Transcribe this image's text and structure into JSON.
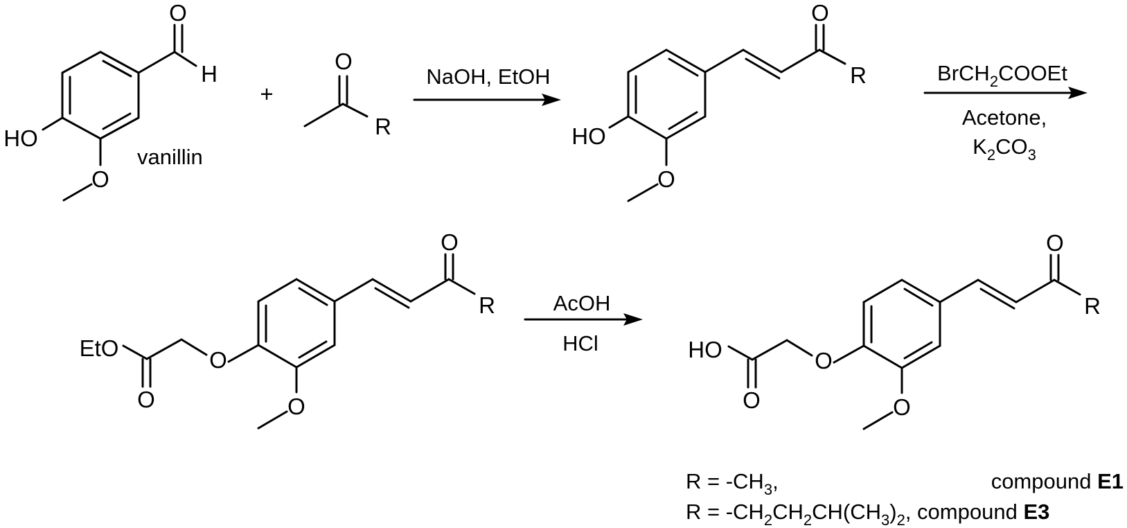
{
  "scheme": {
    "reagent_vanillin": {
      "label": "vanillin",
      "atoms": {
        "aldehyde_o": "O",
        "aldehyde_h": "H",
        "hydroxyl": "HO",
        "methoxy_o": "O"
      }
    },
    "plus_sign": "+",
    "reagent_ketone": {
      "atoms": {
        "carbonyl_o": "O",
        "r_group": "R"
      }
    },
    "step1": {
      "conditions": "NaOH, EtOH"
    },
    "intermediate1": {
      "atoms": {
        "carbonyl_o": "O",
        "r_group": "R",
        "hydroxyl": "HO",
        "methoxy_o": "O"
      }
    },
    "step2": {
      "line1": {
        "pre": "BrCH",
        "sub": "2",
        "post": "COOEt"
      },
      "line2": "Acetone,",
      "line3": {
        "pre": "K",
        "sub1": "2",
        "mid": "CO",
        "sub2": "3"
      }
    },
    "intermediate2": {
      "atoms": {
        "carbonyl_o": "O",
        "r_group": "R",
        "ester_group": "EtO",
        "ester_o": "O",
        "ether_o": "O",
        "methoxy_o": "O"
      }
    },
    "step3": {
      "line1": "AcOH",
      "line2": "HCl"
    },
    "product": {
      "atoms": {
        "carbonyl_o": "O",
        "r_group": "R",
        "acid_group": "HO",
        "acid_o": "O",
        "ether_o": "O",
        "methoxy_o": "O"
      }
    },
    "legend": {
      "row1": {
        "r_text": "R = -CH",
        "sub": "3",
        "comma": ",",
        "compound_text": "compound ",
        "compound_id": "E1"
      },
      "row2": {
        "r_text": "R = -CH",
        "sub1": "2",
        "t2": "CH",
        "sub2": "2",
        "t3": "CH(CH",
        "sub3": "3",
        "t4": ")",
        "sub4": "2",
        "comma": ",",
        "compound_text": " compound ",
        "compound_id": "E3"
      }
    }
  }
}
